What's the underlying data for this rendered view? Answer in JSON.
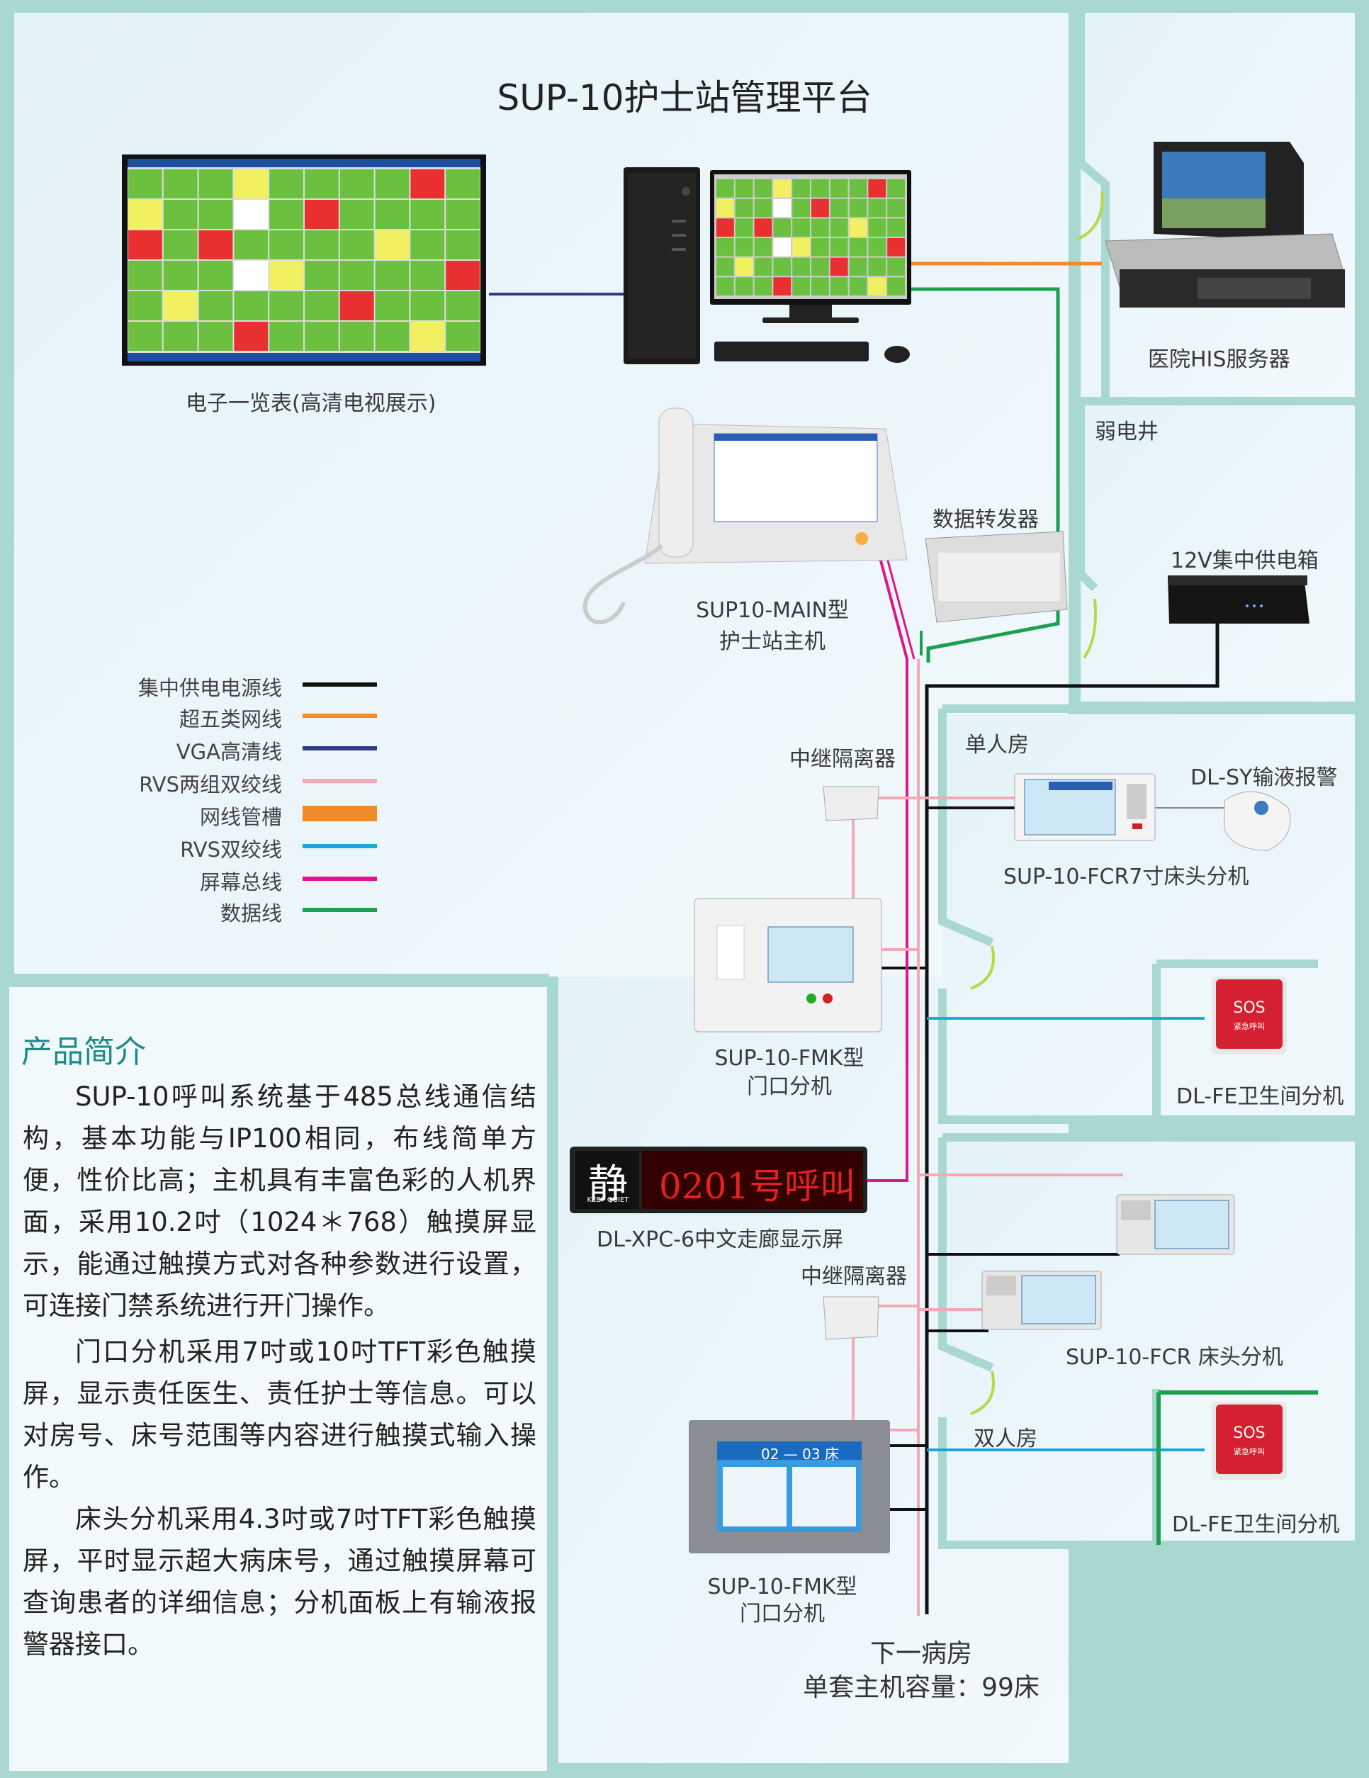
{
  "title": "SUP-10护士站管理平台",
  "labels": {
    "tv": "电子一览表(高清电视展示)",
    "his": "医院HIS服务器",
    "shaft": "弱电井",
    "forwarder": "数据转发器",
    "power_box": "12V集中供电箱",
    "main_line1": "SUP10-MAIN型",
    "main_line2": "护士站主机",
    "single_room": "单人房",
    "relay1": "中继隔离器",
    "relay2": "中继隔离器",
    "sy": "DL-SY输液报警",
    "fcr7": "SUP-10-FCR7寸床头分机",
    "fmk1_line1": "SUP-10-FMK型",
    "fmk1_line2": "门口分机",
    "fe1": "DL-FE卫生间分机",
    "xpc": "DL-XPC-6中文走廊显示屏",
    "fcr": "SUP-10-FCR 床头分机",
    "double_room": "双人房",
    "fe2": "DL-FE卫生间分机",
    "fmk2_line1": "SUP-10-FMK型",
    "fmk2_line2": "门口分机",
    "next_room": "下一病房",
    "capacity": "单套主机容量：99床"
  },
  "display_screen": {
    "icon_char": "静",
    "icon_sub": "KEEP QUIET",
    "text": "0201号呼叫"
  },
  "sos": {
    "text": "SOS",
    "sub": "紧急呼叫"
  },
  "fmk2_screen": "02 — 03 床",
  "legend": [
    {
      "label": "集中供电电源线",
      "color": "#111111",
      "thick": false
    },
    {
      "label": "超五类网线",
      "color": "#f08a2a",
      "thick": false
    },
    {
      "label": "VGA高清线",
      "color": "#2e3a8c",
      "thick": false
    },
    {
      "label": "RVS两组双绞线",
      "color": "#f4a8b4",
      "thick": false
    },
    {
      "label": "网线管槽",
      "color": "#f08a2a",
      "thick": true
    },
    {
      "label": "RVS双绞线",
      "color": "#1aa8dc",
      "thick": false
    },
    {
      "label": "屏幕总线",
      "color": "#e0148c",
      "thick": false
    },
    {
      "label": "数据线",
      "color": "#1aa050",
      "thick": false
    }
  ],
  "intro": {
    "heading": "产品简介",
    "paragraphs": [
      "SUP-10呼叫系统基于485总线通信结构，基本功能与IP100相同，布线简单方便，性价比高；主机具有丰富色彩的人机界面，采用10.2吋（1024＊768）触摸屏显示，能通过触摸方式对各种参数进行设置，可连接门禁系统进行开门操作。",
      "门口分机采用7吋或10吋TFT彩色触摸屏，显示责任医生、责任护士等信息。可以对房号、床号范围等内容进行触摸式输入操作。",
      "床头分机采用4.3吋或7吋TFT彩色触摸屏，平时显示超大病床号，通过触摸屏幕可查询患者的详细信息；分机面板上有输液报警器接口。"
    ]
  }
}
